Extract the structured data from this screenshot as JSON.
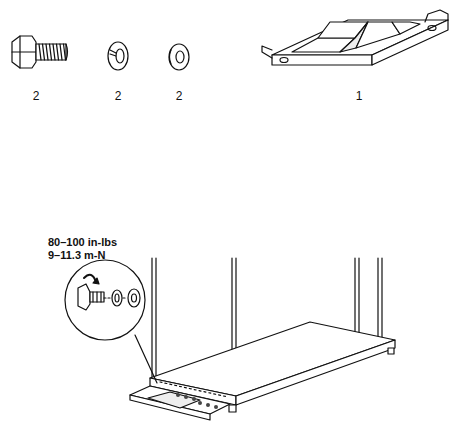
{
  "diagram": {
    "labels": [
      "2",
      "2",
      "2",
      "1",
      "80–100 in-lbs",
      "9–11.3 m-N"
    ]
  }
}
